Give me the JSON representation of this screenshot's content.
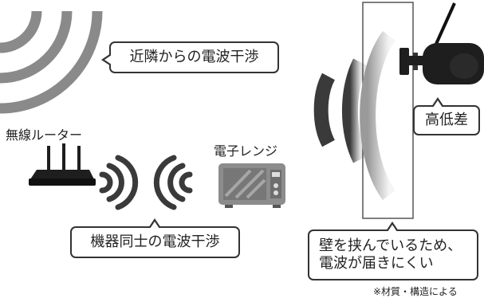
{
  "labels": {
    "router": "無線ルーター",
    "microwave": "電子レンジ"
  },
  "callouts": {
    "nearby": "近隣からの電波干渉",
    "devices": "機器同士の電波干渉",
    "height": "高低差",
    "wall_line1": "壁を挟んでいるため、",
    "wall_line2": "電波が届きにくい"
  },
  "footnote": "※材質・構造による",
  "colors": {
    "wave_dark": "#3a3a3a",
    "wave_gray": "#9a9a9a",
    "wall_outline": "#555555",
    "device_body": "#1e1e1e"
  },
  "icons": [
    "router-icon",
    "microwave-icon",
    "camera-icon",
    "wifi-wave-icon"
  ]
}
